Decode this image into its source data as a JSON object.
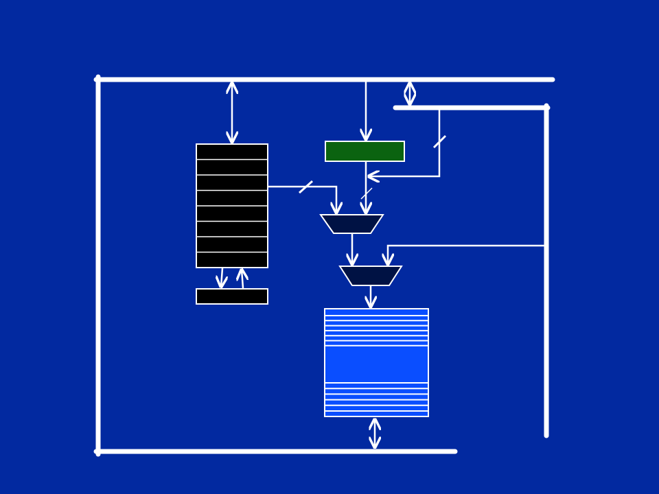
{
  "colors": {
    "background": "#0229a0",
    "bus": "#ffffff",
    "register_file": "#000000",
    "instruction_register": "#0b6310",
    "mux": "#001244",
    "memory": "#0a4eff",
    "memory_lines": "#ffffff"
  },
  "diagram": {
    "register_file_rows": 8,
    "memory_top_lines": 7,
    "memory_bottom_lines": 6
  }
}
